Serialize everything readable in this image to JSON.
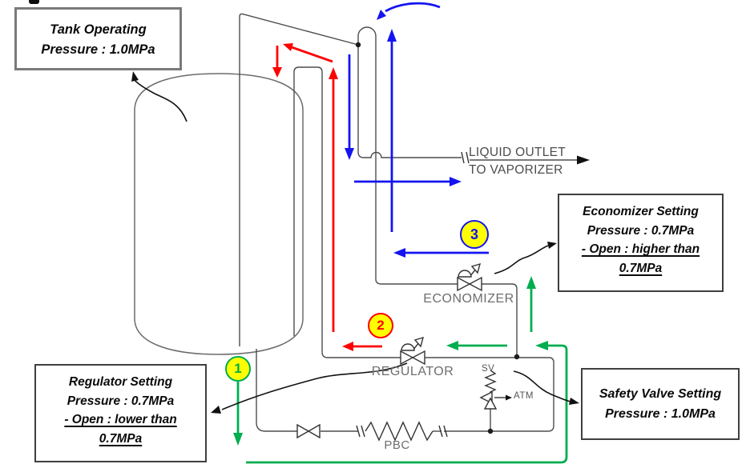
{
  "colors": {
    "red": "#fe0000",
    "blue": "#1414f0",
    "green": "#00ad4f",
    "yellow": "#ffff00",
    "pipe": "#4d4d4d",
    "label": "#6e6e6e",
    "boxborder": "#3f3f3f"
  },
  "boxes": {
    "tank": {
      "line1": "Tank Operating",
      "line2": "Pressure : 1.0MPa"
    },
    "economizer": {
      "line1": "Economizer Setting",
      "line2": "Pressure : 0.7MPa",
      "line3": "- Open : higher than",
      "line4": "0.7MPa"
    },
    "regulator": {
      "line1": "Regulator Setting",
      "line2": "Pressure : 0.7MPa",
      "line3": "- Open : lower than",
      "line4": "0.7MPa"
    },
    "safety": {
      "line1": "Safety Valve Setting",
      "line2": "Pressure : 1.0MPa"
    }
  },
  "labels": {
    "liquid_outlet_1": "LIQUID OUTLET",
    "liquid_outlet_2": "TO VAPORIZER",
    "economizer": "ECONOMIZER",
    "regulator": "REGULATOR",
    "pbc": "PBC",
    "sv": "SV",
    "atm": "ATM"
  },
  "markers": {
    "step1": "1",
    "step2": "2",
    "step3": "3"
  }
}
